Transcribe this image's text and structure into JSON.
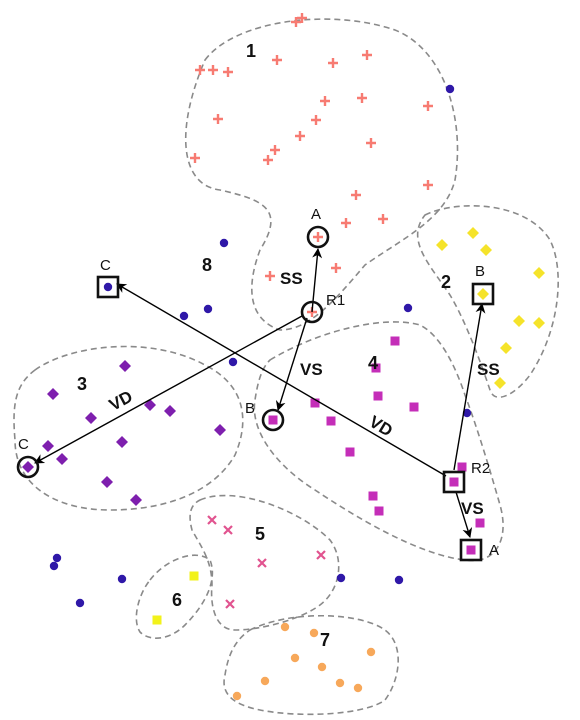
{
  "colors": {
    "cluster1": "#f77b72",
    "cluster2": "#f5e32a",
    "cluster3": "#7e1fae",
    "cluster4": "#c42eb8",
    "cluster5": "#e1538f",
    "cluster6": "#f2f21a",
    "cluster7": "#f7a85a",
    "cluster8": "#2f18a8",
    "outline": "#8a8a8a",
    "arrow": "#000000"
  },
  "cluster_labels": [
    "1",
    "2",
    "3",
    "4",
    "5",
    "6",
    "7",
    "8"
  ],
  "link_labels": {
    "r1_a": "SS",
    "r1_b": "VS",
    "r1_c": "VD",
    "r2_b": "SS",
    "r2_c": "VD",
    "r2_a": "VS"
  },
  "point_labels": {
    "r1": "R1",
    "r2": "R2",
    "a1": "A",
    "b1": "B",
    "c1": "C",
    "a2": "A",
    "b2": "B",
    "c2": "C"
  },
  "marker_shapes": {
    "cluster1": "plus",
    "cluster2": "diamond",
    "cluster3": "diamond",
    "cluster4": "square",
    "cluster5": "cross",
    "cluster6": "square",
    "cluster7": "circle",
    "cluster8": "circle"
  }
}
